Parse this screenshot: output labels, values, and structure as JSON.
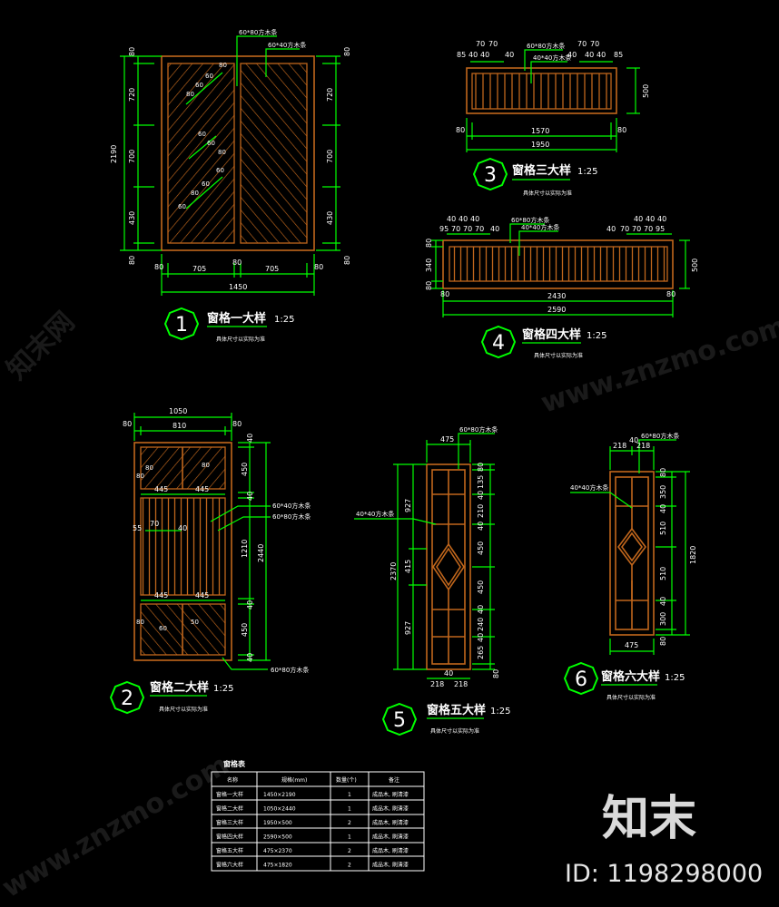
{
  "colors": {
    "background": "#000000",
    "wood": "#c0661c",
    "dimension": "#00ff00",
    "text": "#ffffff"
  },
  "details": [
    {
      "number": "1",
      "title": "窗格一大样",
      "scale": "1:25",
      "note": "具体尺寸以实际为准",
      "labels": [
        "60*80方木条",
        "60*40方木条"
      ],
      "dims": {
        "left_total": "2190",
        "left": [
          "80",
          "720",
          "700",
          "430",
          "80"
        ],
        "right": [
          "80",
          "720",
          "700",
          "430",
          "80"
        ],
        "bottom": [
          "80",
          "705",
          "80",
          "705",
          "80"
        ],
        "bottom_total": "1450",
        "diag": [
          "80",
          "60",
          "60",
          "80",
          "60",
          "60",
          "80",
          "60",
          "60",
          "80",
          "60"
        ]
      }
    },
    {
      "number": "2",
      "title": "窗格二大样",
      "scale": "1:25",
      "note": "具体尺寸以实际为准",
      "labels": [
        "60*40方木条",
        "60*80方木条",
        "60*80方木条"
      ],
      "dims": {
        "top_total": "1050",
        "top": [
          "80",
          "810",
          "80"
        ],
        "mid_top": [
          "445",
          "445"
        ],
        "mid_bottom": [
          "445",
          "445"
        ],
        "bars": [
          "55",
          "70",
          "40"
        ],
        "right": [
          "40",
          "450",
          "40",
          "1210",
          "40",
          "450",
          "40"
        ],
        "right_total": "2440",
        "diag": [
          "80",
          "80",
          "80",
          "80",
          "60",
          "50"
        ]
      }
    },
    {
      "number": "3",
      "title": "窗格三大样",
      "scale": "1:25",
      "note": "具体尺寸以实际为准",
      "labels": [
        "60*80方木条",
        "40*40方木条"
      ],
      "dims": {
        "top_left": [
          "85",
          "40",
          "40",
          "70",
          "70",
          "40"
        ],
        "top_right": [
          "40",
          "70",
          "70",
          "40",
          "40",
          "85"
        ],
        "right": "500",
        "bottom": [
          "80",
          "1570",
          "80"
        ],
        "bottom_total": "1950"
      }
    },
    {
      "number": "4",
      "title": "窗格四大样",
      "scale": "1:25",
      "note": "具体尺寸以实际为准",
      "labels": [
        "60*80方木条",
        "40*40方木条"
      ],
      "dims": {
        "top_left": [
          "40",
          "40",
          "40",
          "95",
          "70",
          "70",
          "70",
          "40"
        ],
        "top_right": [
          "40",
          "70",
          "70",
          "70",
          "95",
          "40",
          "40",
          "40"
        ],
        "left": [
          "80",
          "340",
          "80"
        ],
        "right": "500",
        "bottom": [
          "80",
          "2430",
          "80"
        ],
        "bottom_total": "2590"
      }
    },
    {
      "number": "5",
      "title": "窗格五大样",
      "scale": "1:25",
      "note": "具体尺寸以实际为准",
      "labels": [
        "60*80方木条",
        "40*40方木条"
      ],
      "dims": {
        "top": "475",
        "left_total": "2370",
        "left": [
          "927",
          "415",
          "927"
        ],
        "right": [
          "80",
          "135",
          "40",
          "210",
          "40",
          "450",
          "450",
          "40",
          "240",
          "40",
          "265",
          "80"
        ],
        "bottom": [
          "218",
          "40",
          "218"
        ]
      }
    },
    {
      "number": "6",
      "title": "窗格六大样",
      "scale": "1:25",
      "note": "具体尺寸以实际为准",
      "labels": [
        "60*80方木条",
        "40*40方木条"
      ],
      "dims": {
        "top": [
          "218",
          "40",
          "218"
        ],
        "right": [
          "80",
          "350",
          "40",
          "510",
          "510",
          "40",
          "300",
          "80"
        ],
        "right_total": "1820",
        "bottom": "475"
      }
    }
  ],
  "table": {
    "title": "窗格表",
    "headers": [
      "名称",
      "规格(mm)",
      "数量(个)",
      "备注"
    ],
    "rows": [
      [
        "窗格一大样",
        "1450×2190",
        "1",
        "成品木, 刷清漆"
      ],
      [
        "窗格二大样",
        "1050×2440",
        "1",
        "成品木, 刷清漆"
      ],
      [
        "窗格三大样",
        "1950×500",
        "2",
        "成品木, 刷清漆"
      ],
      [
        "窗格四大样",
        "2590×500",
        "1",
        "成品木, 刷清漆"
      ],
      [
        "窗格五大样",
        "475×2370",
        "2",
        "成品木, 刷清漆"
      ],
      [
        "窗格六大样",
        "475×1820",
        "2",
        "成品木, 刷清漆"
      ]
    ]
  },
  "watermark": {
    "brand": "知末",
    "id": "ID: 1198298000",
    "site": "www.znzmo.com",
    "site_cn": "知末网"
  }
}
